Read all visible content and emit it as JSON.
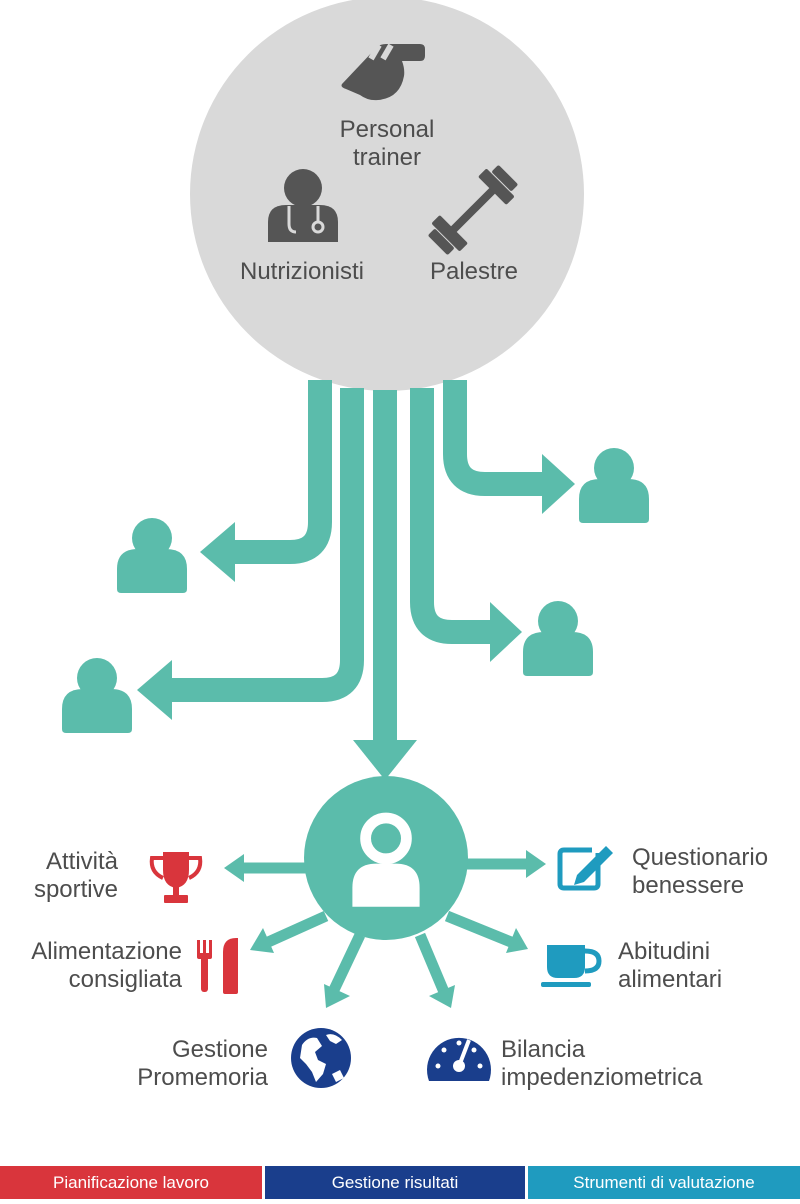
{
  "colors": {
    "teal": "#5bbcab",
    "grey_circle": "#d9d9d9",
    "dark_grey": "#555555",
    "red": "#d9353c",
    "navy": "#1a3e8c",
    "cyan": "#1f9bbf",
    "text": "#4d4d4d"
  },
  "hub": {
    "personal_trainer": [
      "Personal",
      "trainer"
    ],
    "nutritionists": "Nutrizionisti",
    "gyms": "Palestre"
  },
  "features": {
    "sport": {
      "lines": [
        "Attività",
        "sportive"
      ],
      "icon": "trophy-icon",
      "color": "red"
    },
    "diet": {
      "lines": [
        "Alimentazione",
        "consigliata"
      ],
      "icon": "fork-knife-icon",
      "color": "red"
    },
    "reminders": {
      "lines": [
        "Gestione",
        "Promemoria"
      ],
      "icon": "globe-icon",
      "color": "navy"
    },
    "questionnaire": {
      "lines": [
        "Questionario",
        "benessere"
      ],
      "icon": "edit-icon",
      "color": "cyan"
    },
    "habits": {
      "lines": [
        "Abitudini",
        "alimentari"
      ],
      "icon": "cup-icon",
      "color": "cyan"
    },
    "scale": {
      "lines": [
        "Bilancia",
        "impedenziometrica"
      ],
      "icon": "gauge-icon",
      "color": "navy"
    }
  },
  "legend": [
    {
      "label": "Pianificazione lavoro",
      "color": "#d9353c"
    },
    {
      "label": "Gestione risultati",
      "color": "#1a3e8c"
    },
    {
      "label": "Strumenti di valutazione",
      "color": "#1f9bbf"
    }
  ]
}
